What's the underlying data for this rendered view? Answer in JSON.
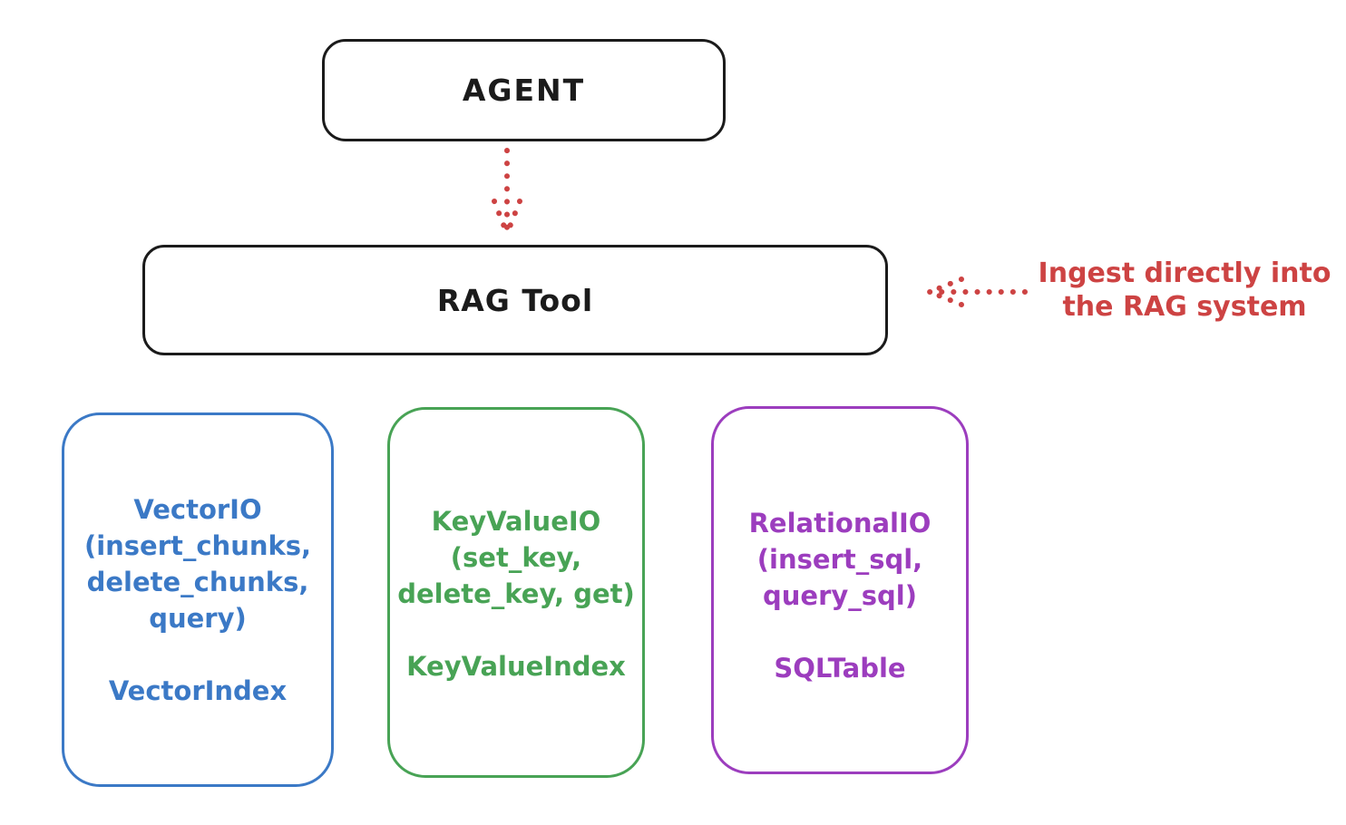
{
  "colors": {
    "stroke_black": "#1b1b1b",
    "accent_red": "#cd4343",
    "vector_blue": "#3b79c6",
    "keyvalue_green": "#48a355",
    "relational_purple": "#9c3dbe",
    "background": "#ffffff"
  },
  "agent": {
    "label": "AGENT"
  },
  "rag_tool": {
    "label": "RAG Tool"
  },
  "annotation": {
    "lines": [
      "Ingest directly into",
      "the RAG system"
    ]
  },
  "backends": {
    "vector": {
      "color": "#3b79c6",
      "lines": [
        "VectorIO",
        "(insert_chunks,",
        "delete_chunks,",
        "query)"
      ],
      "index": "VectorIndex"
    },
    "keyvalue": {
      "color": "#48a355",
      "lines": [
        "KeyValueIO",
        "(set_key,",
        "delete_key, get)"
      ],
      "index": "KeyValueIndex"
    },
    "relational": {
      "color": "#9c3dbe",
      "lines": [
        "RelationalIO",
        "(insert_sql,",
        "query_sql)"
      ],
      "index": "SQLTable"
    }
  }
}
